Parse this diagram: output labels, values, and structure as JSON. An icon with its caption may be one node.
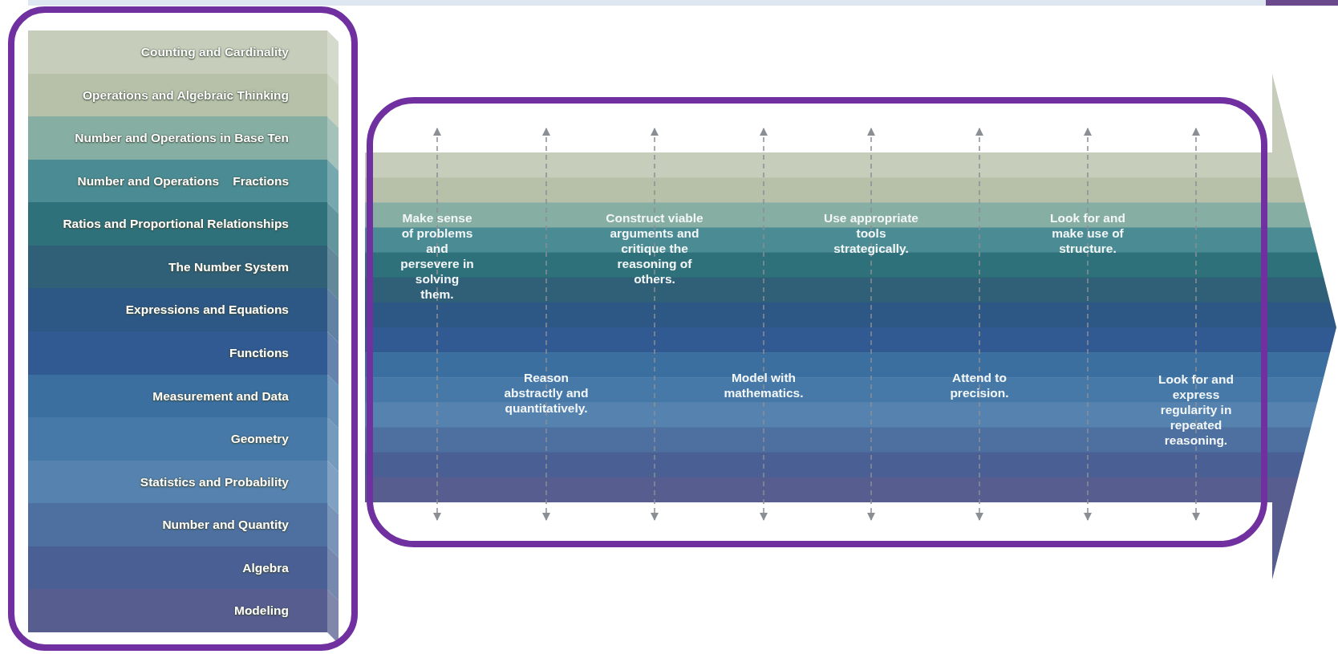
{
  "diagram": {
    "nodes": [
      {
        "text": [
          "Counting and Cardinality"
        ]
      },
      {
        "text": [
          "Operations and Algebraic Thinking"
        ]
      },
      {
        "text": [
          "Number and Operations in Base Ten"
        ]
      },
      {
        "text": [
          "Number and Operations    Fractions"
        ]
      },
      {
        "text": [
          "Ratios and Proportional Relationships"
        ]
      },
      {
        "text": [
          "The Number System"
        ]
      },
      {
        "text": [
          "Expressions and Equations"
        ]
      },
      {
        "text": [
          "Functions"
        ]
      },
      {
        "text": [
          "Measurement and Data"
        ]
      },
      {
        "text": [
          "Geometry"
        ]
      },
      {
        "text": [
          "Statistics and Probability"
        ]
      },
      {
        "text": [
          "Number and Quantity"
        ]
      },
      {
        "text": [
          "Algebra"
        ]
      },
      {
        "text": [
          "Modeling"
        ]
      }
    ],
    "labels": [
      "Make sense of problems and persevere in solving them.",
      "Construct viable arguments and critique the reasoning of others.",
      "Use appropriate tools strategically.",
      "Look for and make use of structure.",
      "Reason abstractly and quantitatively.",
      "Model with mathematics.",
      "Attend to precision.",
      "Look for and express regularity in repeated reasoning."
    ]
  }
}
